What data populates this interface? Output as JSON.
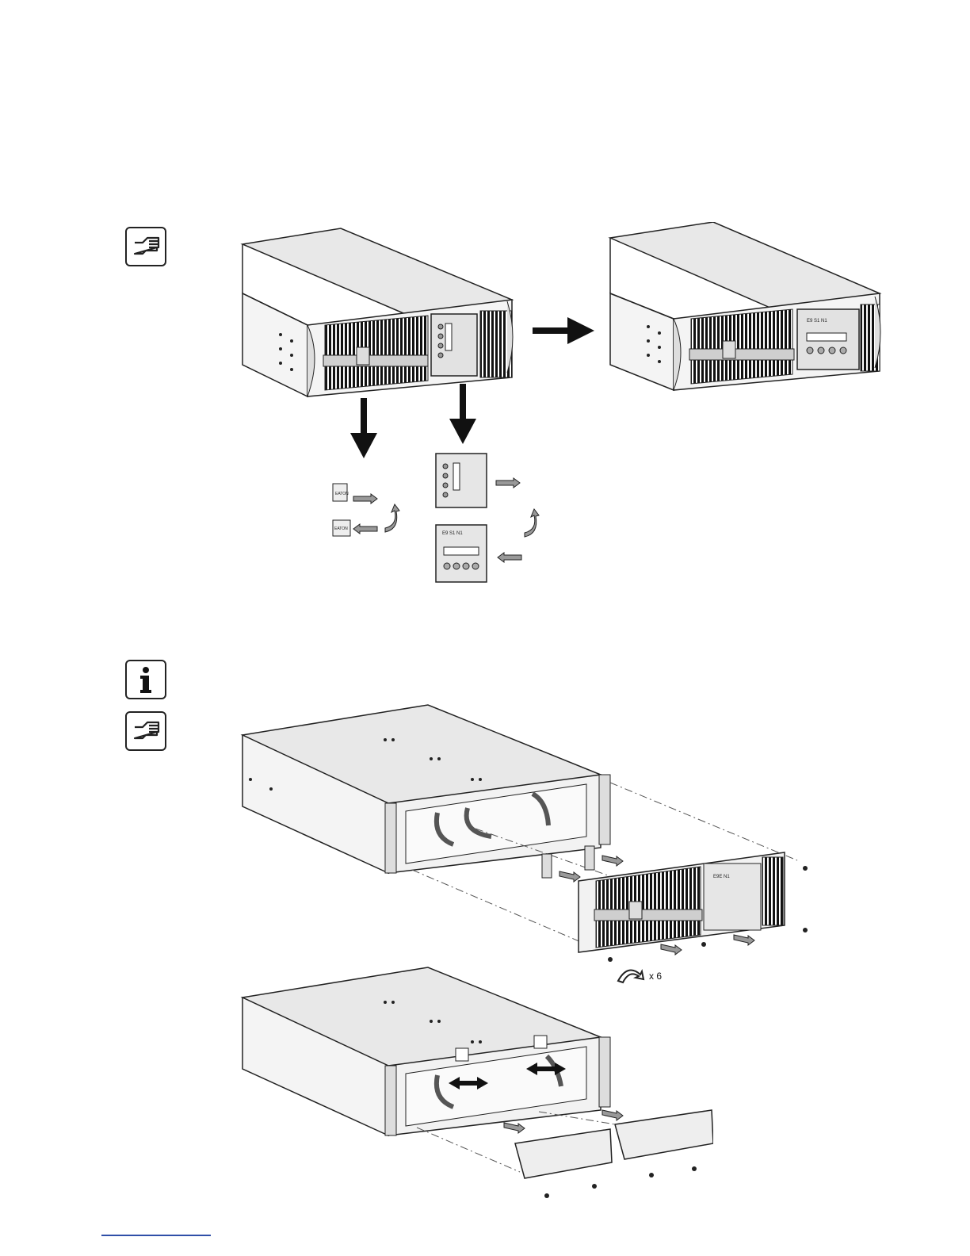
{
  "page": {
    "icons": [
      "pointing-hand-icon",
      "info-icon",
      "pointing-hand-icon"
    ],
    "accent_color": "#2f4fa8"
  },
  "figure1": {
    "panel_label_top": "EATON",
    "panel_label_bottom": "EATON",
    "lcd_header": "E9 S1 N1"
  },
  "figure2": {
    "front_label": "E9E N1",
    "screw_count_label": "x 6"
  }
}
